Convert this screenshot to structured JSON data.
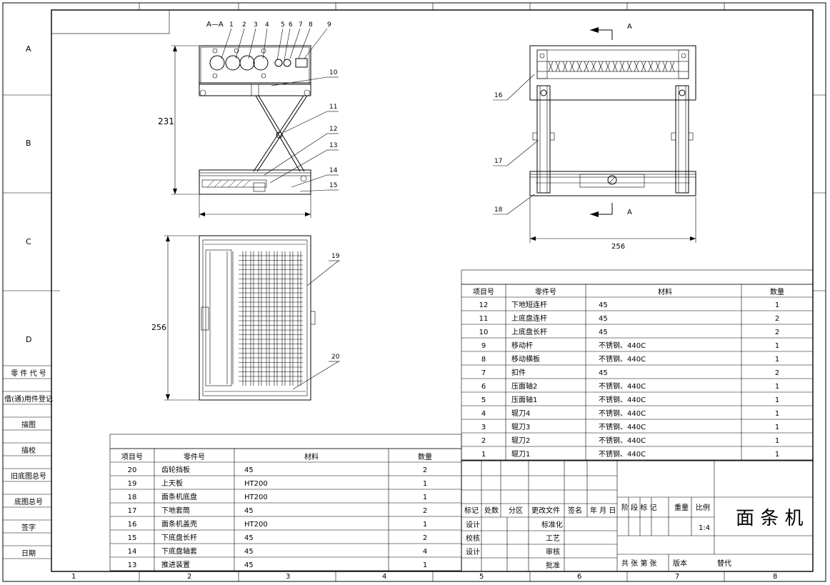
{
  "border": {
    "col_numbers": [
      "1",
      "2",
      "3",
      "4",
      "5",
      "6",
      "7",
      "8"
    ],
    "row_letters": [
      "A",
      "B",
      "C",
      "D"
    ]
  },
  "side_panel": [
    "零 件 代 号",
    "借(通)用件登记",
    "描图",
    "描校",
    "旧底图总号",
    "底图总号",
    "签字",
    "日期"
  ],
  "section_view": {
    "section_label": "A—A",
    "callouts": [
      "1",
      "2",
      "3",
      "4",
      "5",
      "6",
      "7",
      "8",
      "9",
      "10",
      "11",
      "12",
      "13",
      "14",
      "15"
    ],
    "height_dim": "231"
  },
  "top_view": {
    "callouts": [
      "19",
      "20"
    ],
    "height_dim": "256"
  },
  "front_view": {
    "callouts": [
      "16",
      "17",
      "18"
    ],
    "section_marks": [
      "A",
      "A"
    ],
    "width_dim": "256"
  },
  "bom_right": {
    "headers": [
      "项目号",
      "零件号",
      "材料",
      "数量"
    ],
    "rows": [
      [
        "12",
        "下地短连杆",
        "45",
        "1"
      ],
      [
        "11",
        "上底盘连杆",
        "45",
        "2"
      ],
      [
        "10",
        "上底盘长杆",
        "45",
        "2"
      ],
      [
        "9",
        "移动杆",
        "不锈钢、440C",
        "1"
      ],
      [
        "8",
        "移动横板",
        "不锈钢、440C",
        "1"
      ],
      [
        "7",
        "扣件",
        "45",
        "2"
      ],
      [
        "6",
        "压面轴2",
        "不锈钢、440C",
        "1"
      ],
      [
        "5",
        "压面轴1",
        "不锈钢、440C",
        "1"
      ],
      [
        "4",
        "辊刀4",
        "不锈钢、440C",
        "1"
      ],
      [
        "3",
        "辊刀3",
        "不锈钢、440C",
        "1"
      ],
      [
        "2",
        "辊刀2",
        "不锈钢、440C",
        "1"
      ],
      [
        "1",
        "辊刀1",
        "不锈钢、440C",
        "1"
      ]
    ]
  },
  "bom_left": {
    "headers": [
      "项目号",
      "零件号",
      "材料",
      "数量"
    ],
    "rows": [
      [
        "20",
        "齿轮挡板",
        "45",
        "2"
      ],
      [
        "19",
        "上天板",
        "HT200",
        "1"
      ],
      [
        "18",
        "面条机底盘",
        "HT200",
        "1"
      ],
      [
        "17",
        "下地套筒",
        "45",
        "2"
      ],
      [
        "16",
        "面条机盖壳",
        "HT200",
        "1"
      ],
      [
        "15",
        "下底盘长杆",
        "45",
        "2"
      ],
      [
        "14",
        "下底盘轴套",
        "45",
        "4"
      ],
      [
        "13",
        "推进装置",
        "45",
        "1"
      ]
    ]
  },
  "title_block": {
    "rev_headers": [
      "标记",
      "处数",
      "分区",
      "更改文件",
      "签名",
      "年 月 日"
    ],
    "roles": [
      "设计",
      "校核",
      "设计"
    ],
    "approvals": [
      "标准化",
      "工艺",
      "审核",
      "批准"
    ],
    "stage_label": "阶 段 标 记",
    "weight_label": "重量",
    "scale_label": "比例",
    "scale_value": "1:4",
    "title": "面 条 机",
    "sheet_label": "共  张 第  张",
    "version_label": "版本",
    "replace_label": "替代"
  }
}
